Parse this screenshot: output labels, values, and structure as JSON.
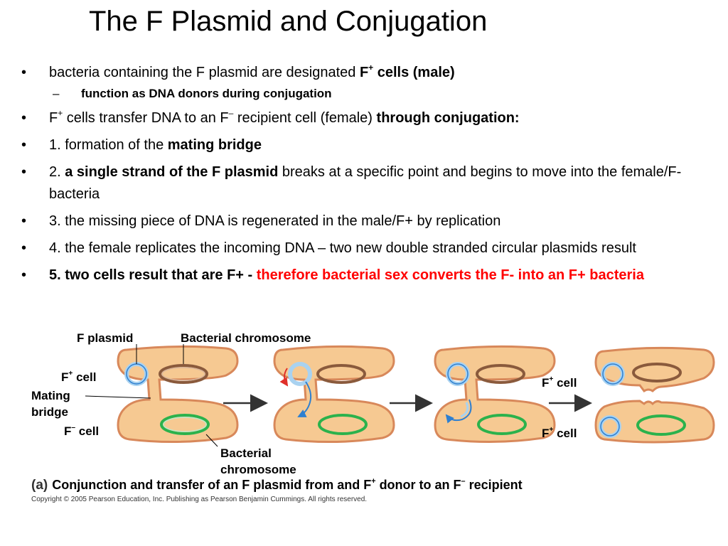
{
  "title": "The F Plasmid and Conjugation",
  "bullets": {
    "b1": {
      "a": "bacteria containing the F plasmid are designated ",
      "bold": "F",
      "sup": "+",
      "bold2": " cells (male)"
    },
    "sub1": "function as DNA donors during conjugation",
    "b2": {
      "a": "F",
      "sup1": "+",
      "b": " cells transfer DNA to an F",
      "sup2": "–",
      "c": " recipient cell (female) ",
      "bold": "through conjugation:"
    },
    "b3": {
      "a": "1. formation of the ",
      "bold": "mating bridge"
    },
    "b4": {
      "a": "2. ",
      "bold": "a single strand of the F plasmid",
      "b": " breaks at a specific point and begins to move into the female/F- bacteria"
    },
    "b5": "3. the missing piece of DNA is regenerated in the male/F+ by replication",
    "b6": "4. the female replicates the incoming DNA – two new double stranded circular plasmids result",
    "b7": {
      "bold": "5. two cells result that are F+ - ",
      "red": "therefore bacterial sex converts the F- into an F+ bacteria"
    }
  },
  "bullet_symbol": "•",
  "dash_symbol": "–",
  "diagram": {
    "labels": {
      "f_plasmid": "F plasmid",
      "bacterial_chromosome_top": "Bacterial chromosome",
      "f_plus_cell_1": "F",
      "f_plus_cell_1_sup": "+",
      "f_plus_cell_1_rest": " cell",
      "mating_bridge_1": "Mating",
      "mating_bridge_2": "bridge",
      "f_minus_cell": "F",
      "f_minus_cell_sup": "–",
      "f_minus_cell_rest": " cell",
      "bacterial_chromosome_bottom_1": "Bacterial",
      "bacterial_chromosome_bottom_2": "chromosome",
      "f_plus_right_top": "F",
      "f_plus_right_top_sup": "+",
      "f_plus_right_top_rest": " cell",
      "f_plus_right_bottom": "F",
      "f_plus_right_bottom_sup": "+",
      "f_plus_right_bottom_rest": " cell"
    },
    "colors": {
      "cell_fill": "#f6c992",
      "cell_stroke": "#d8885a",
      "chromosome_brown": "#8a5a3c",
      "chromosome_green": "#2bb24c",
      "plasmid_blue": "#2e7fd0",
      "plasmid_light": "#a9d2f0",
      "replication_red": "#e0302a"
    }
  },
  "caption": {
    "panel": "(a)",
    "a": "Conjunction and transfer of an F plasmid from and F",
    "sup1": "+",
    "b": " donor to an F",
    "sup2": "–",
    "c": " recipient"
  },
  "copyright": "Copyright © 2005 Pearson Education, Inc. Publishing as Pearson Benjamin Cummings. All rights reserved."
}
